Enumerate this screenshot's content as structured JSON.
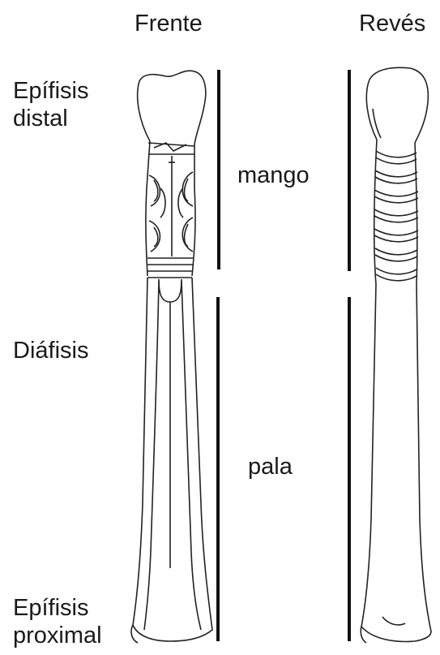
{
  "headers": {
    "front": "Frente",
    "back": "Revés"
  },
  "labels": {
    "distal_line1": "Epífisis",
    "distal_line2": "distal",
    "diaphysis": "Diáfisis",
    "proximal_line1": "Epífisis",
    "proximal_line2": "proximal",
    "handle": "mango",
    "blade": "pala"
  }
}
